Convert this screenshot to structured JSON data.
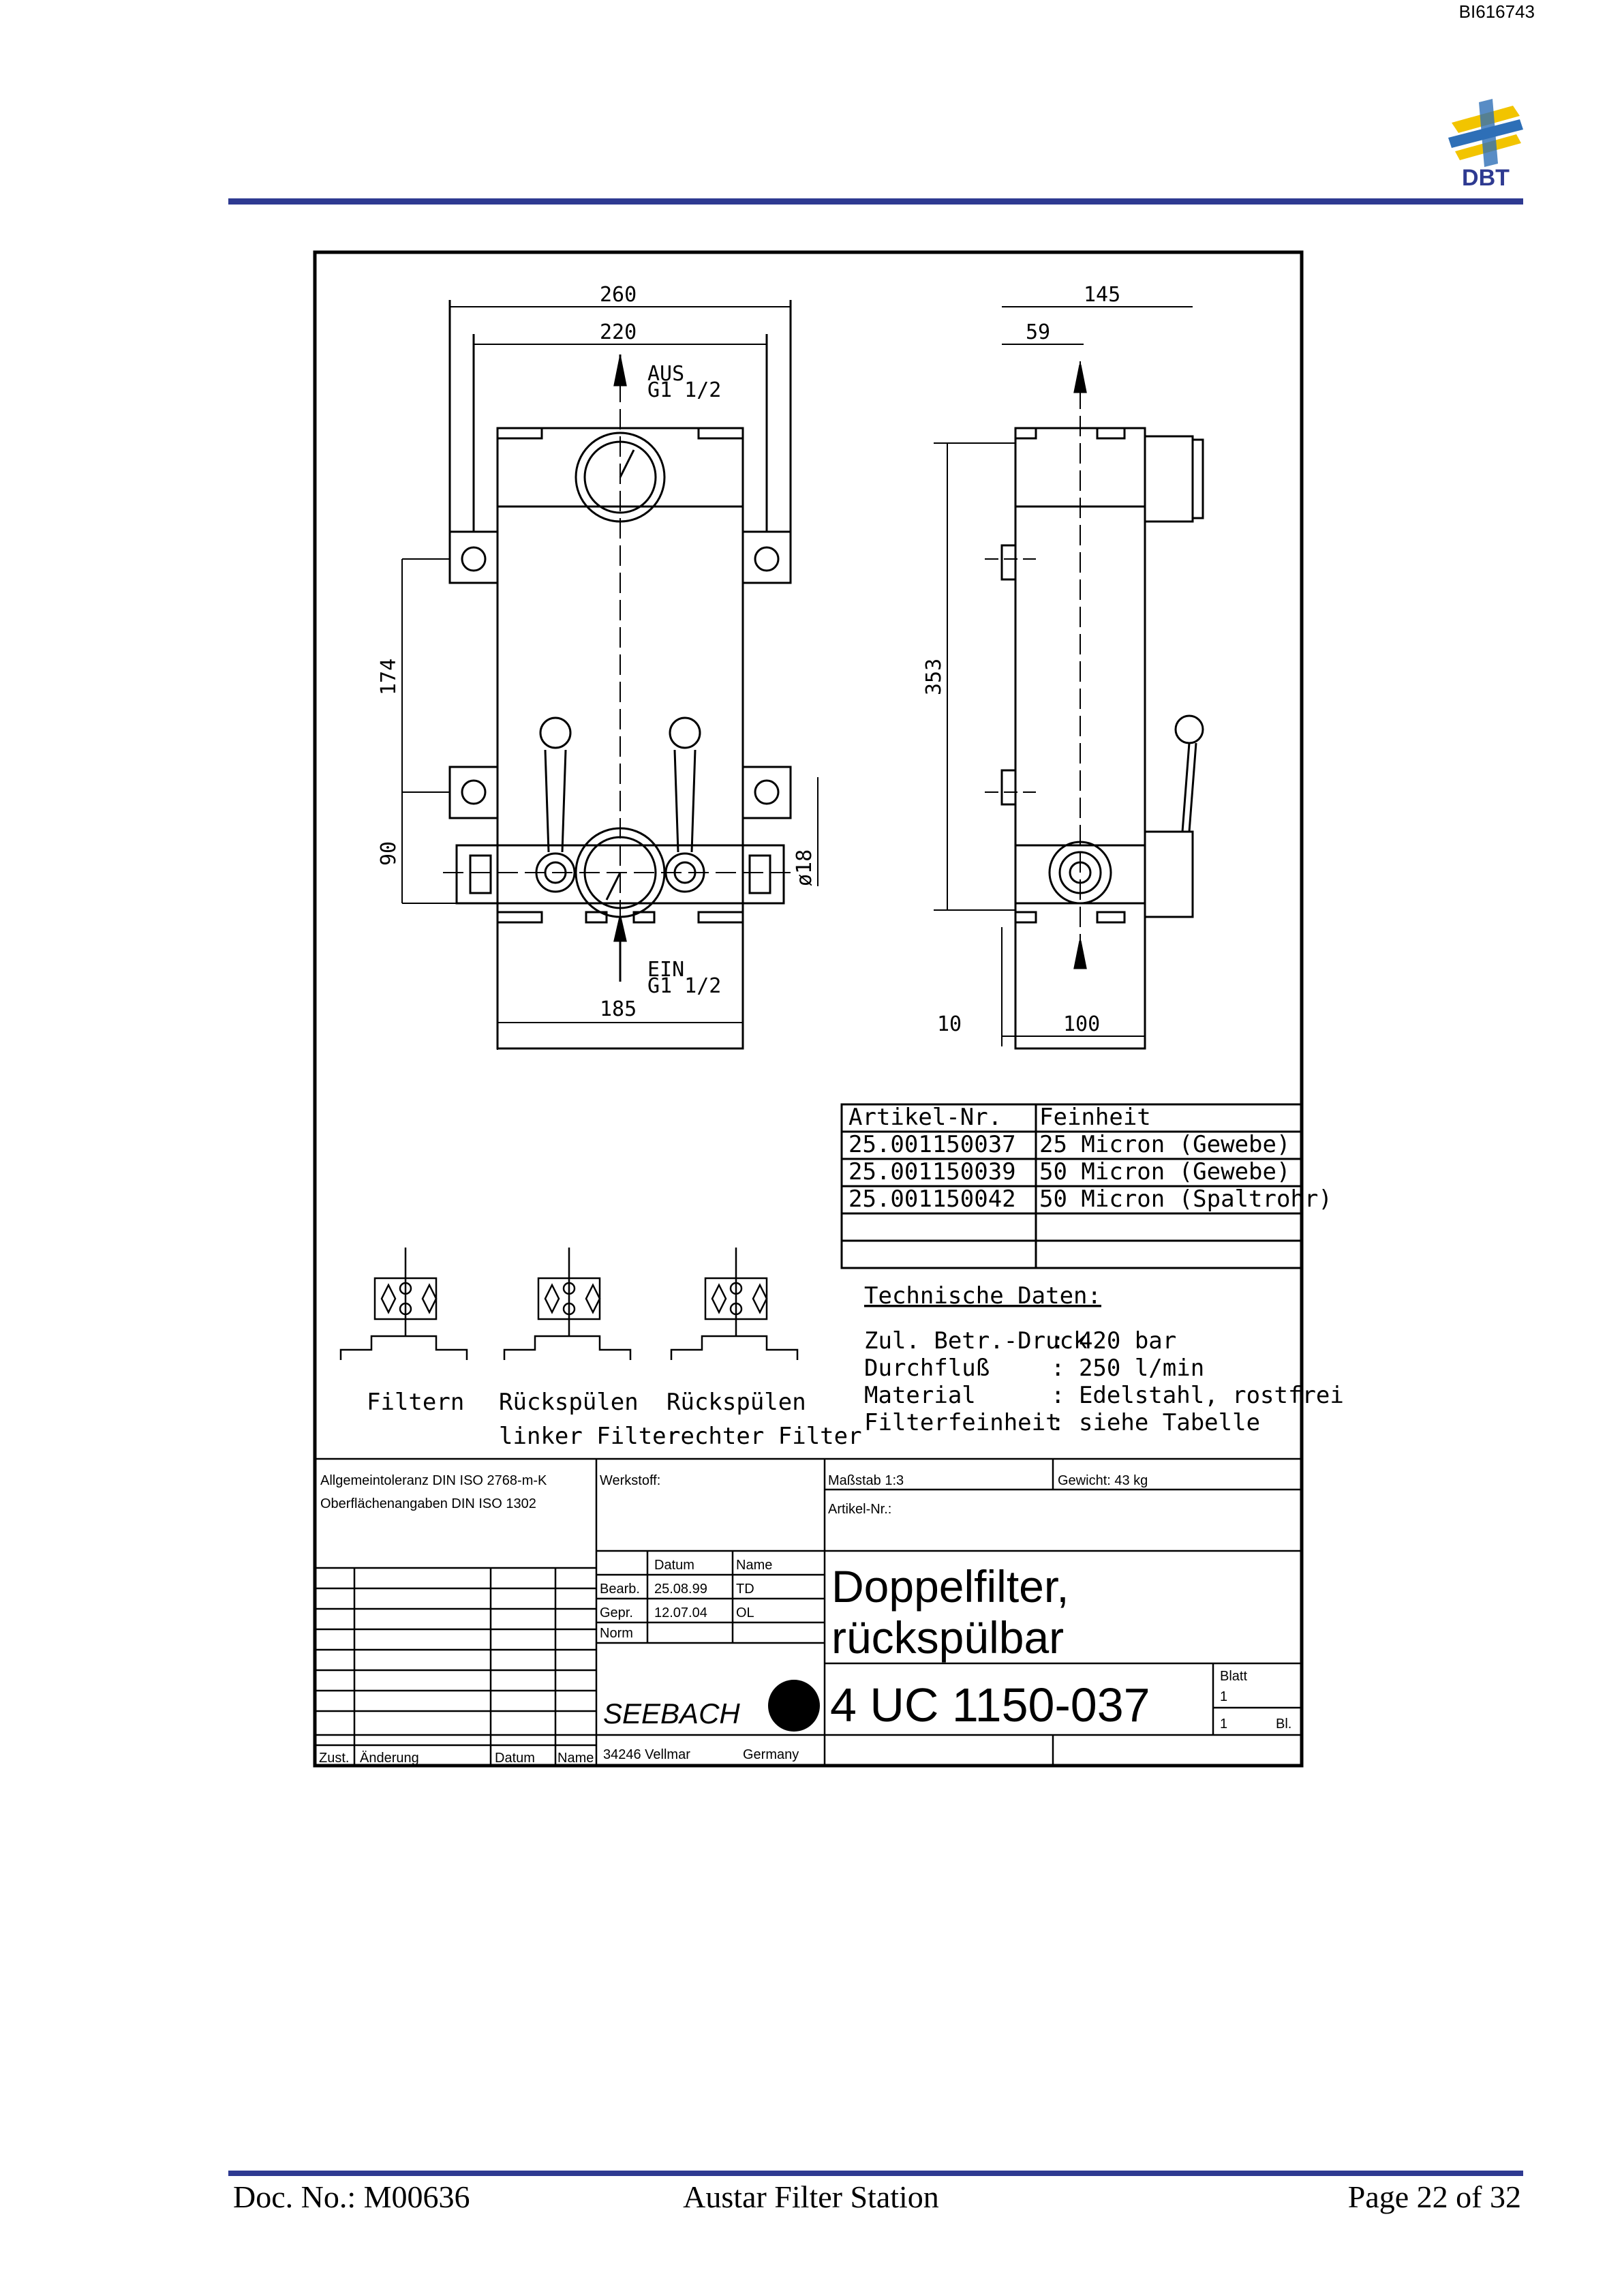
{
  "doc_id": "BI616743",
  "logo": {
    "text": "DBT",
    "icon": "dbt-logo-icon"
  },
  "drawing": {
    "dims": {
      "front_260": "260",
      "front_220": "220",
      "front_185": "185",
      "front_174": "174",
      "front_90": "90",
      "front_d18": "ø18",
      "side_145": "145",
      "side_59": "59",
      "side_353": "353",
      "side_10": "10",
      "side_100": "100"
    },
    "port_out_1": "AUS",
    "port_out_2": "G1 1/2",
    "port_in_1": "EIN",
    "port_in_2": "G1 1/2",
    "table": {
      "headers": [
        "Artikel-Nr.",
        "Feinheit"
      ],
      "rows": [
        [
          "25.001150037",
          "25 Micron (Gewebe)"
        ],
        [
          "25.001150039",
          "50 Micron (Gewebe)"
        ],
        [
          "25.001150042",
          "50 Micron (Spaltrohr)"
        ]
      ]
    },
    "modes": {
      "m1": "Filtern",
      "m2_1": "Rückspülen",
      "m2_2": "linker Filter",
      "m3_1": "Rückspülen",
      "m3_2": "rechter Filter"
    },
    "tech": {
      "title": "Technische Daten:",
      "rows": [
        [
          "Zul. Betr.-Druck",
          ": 420 bar"
        ],
        [
          "Durchfluß",
          ": 250 l/min"
        ],
        [
          "Material",
          ": Edelstahl, rostfrei"
        ],
        [
          "Filterfeinheit",
          ": siehe Tabelle"
        ]
      ]
    },
    "titleblock": {
      "tol1": "Allgemeintoleranz DIN ISO 2768-m-K",
      "tol2": "Oberflächenangaben DIN ISO 1302",
      "werkstoff": "Werkstoff:",
      "massstab": "Maßstab 1:3",
      "gewicht": "Gewicht: 43 kg",
      "artikel": "Artikel-Nr.:",
      "datum_h": "Datum",
      "name_h": "Name",
      "bearb": "Bearb.",
      "bearb_date": "25.08.99",
      "bearb_name": "TD",
      "gepr": "Gepr.",
      "gepr_date": "12.07.04",
      "gepr_name": "OL",
      "norm": "Norm",
      "title1": "Doppelfilter,",
      "title2": "rückspülbar",
      "part_no": "4 UC 1150-037",
      "company": "SEEBACH",
      "address": "34246 Vellmar",
      "country": "Germany",
      "blatt": "Blatt",
      "blatt_1": "1",
      "blatt_2": "1",
      "bl": "Bl.",
      "zust": "Zust.",
      "aenderung": "Änderung",
      "datum_b": "Datum",
      "name_b": "Name"
    }
  },
  "footer": {
    "doc_no": "Doc. No.: M00636",
    "title": "Austar Filter Station",
    "page": "Page 22 of 32"
  }
}
